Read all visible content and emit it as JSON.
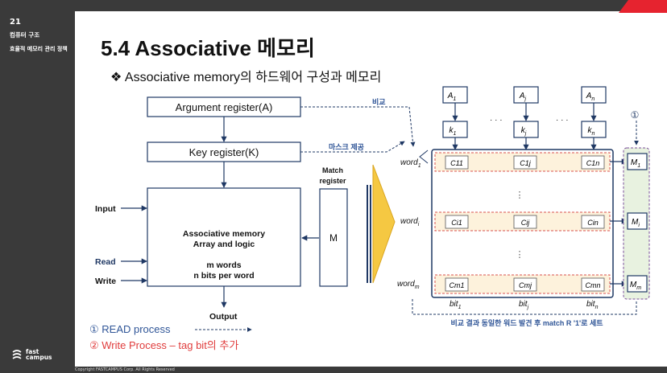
{
  "sidebar": {
    "page_number": "21",
    "course": "컴퓨터 구조",
    "chapter": "효율적 메모리 관리 정책",
    "logo_text_1": "fast",
    "logo_text_2": "campus"
  },
  "slide": {
    "title": "5.4 Associative 메모리",
    "subtitle": "❖ Associative memory의 하드웨어 구성과 메모리"
  },
  "diagram": {
    "argument_register": "Argument register(A)",
    "key_register": "Key register(K)",
    "compare_label": "비교",
    "mask_label": "마스크 제공",
    "match_register_line1": "Match",
    "match_register_line2": "register",
    "match_box": "M",
    "input_label": "Input",
    "read_label": "Read",
    "write_label": "Write",
    "output_label": "Output",
    "mem_line1": "Associative memory",
    "mem_line2": "Array and logic",
    "mem_line3": "m words",
    "mem_line4": "n bits per word",
    "a_labels": [
      "A",
      "A",
      "A"
    ],
    "a_subs": [
      "1",
      "j",
      "n"
    ],
    "k_labels": [
      "k",
      "k",
      "k"
    ],
    "k_subs": [
      "1",
      "j",
      "n"
    ],
    "ellipsis": "· · ·",
    "circled_one": "①",
    "word_labels": [
      "word",
      "word",
      "word"
    ],
    "word_subs": [
      "1",
      "i",
      "m"
    ],
    "row1_cells": [
      "C11",
      "C1j",
      "C1n"
    ],
    "rowi_cells": [
      "Ci1",
      "Cij",
      "Cin"
    ],
    "rowm_cells": [
      "Cm1",
      "Cmj",
      "Cmn"
    ],
    "m_labels": [
      "M",
      "M",
      "M"
    ],
    "m_subs": [
      "1",
      "i",
      "m"
    ],
    "bit_labels": [
      "bit",
      "bit",
      "bit"
    ],
    "bit_subs": [
      "1",
      "j",
      "n"
    ],
    "vdots": "⋮",
    "bottom_note": "비교 결과 동일한 워드 발견 후 match R '1'로 세트"
  },
  "legend": {
    "read_process": "① READ process",
    "write_process": "② Write Process – tag bit의 추가"
  },
  "footer": {
    "copyright": "Copyright FASTCAMPUS Corp. All Rights Reserved"
  },
  "colors": {
    "dark": "#3a3a3a",
    "accent_red": "#e6232f",
    "navy": "#1f3864",
    "blue_text": "#2f5597",
    "legend_red": "#e03c3c",
    "cell_fill": "#fdf2dc",
    "m_col_fill": "#e8f2e0",
    "funnel_yellow": "#f5c842"
  }
}
